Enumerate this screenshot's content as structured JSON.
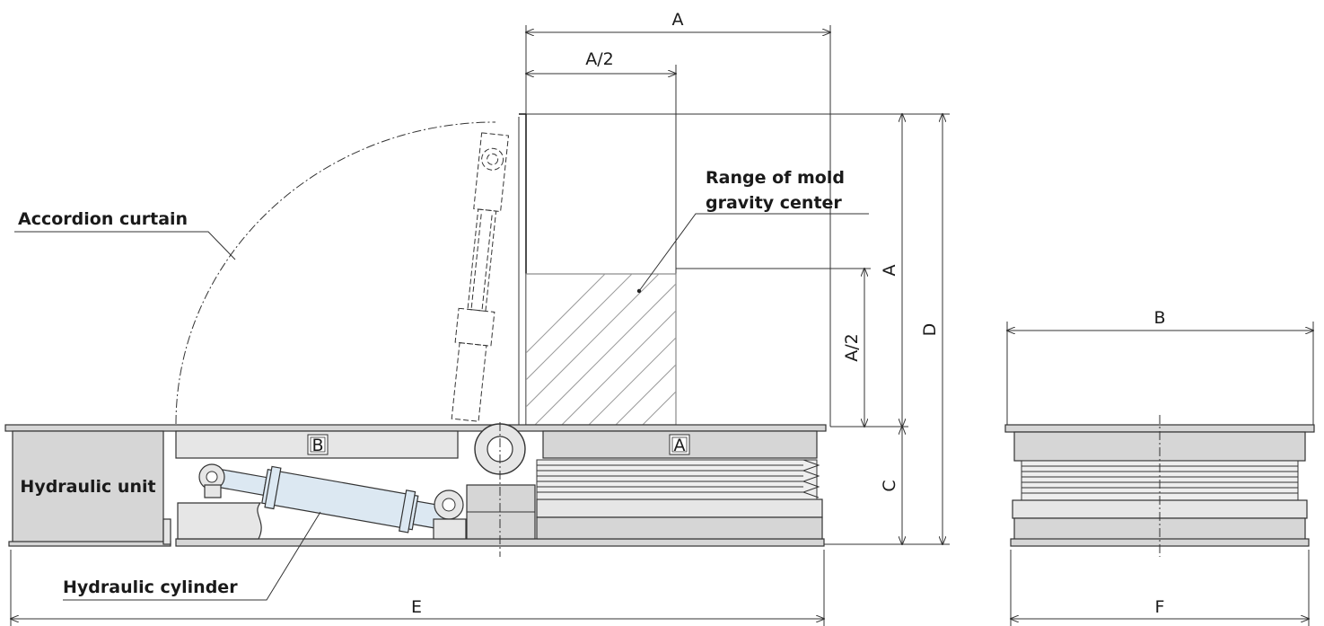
{
  "labels": {
    "accordion_curtain": "Accordion curtain",
    "range_line1": "Range of mold",
    "range_line2": "gravity center",
    "hydraulic_unit": "Hydraulic unit",
    "hydraulic_cylinder": "Hydraulic cylinder",
    "panel_b": "B",
    "panel_a": "A"
  },
  "dimensions": {
    "top_a": "A",
    "top_a_half": "A/2",
    "right_a": "A",
    "right_a_half": "A/2",
    "d": "D",
    "c": "C",
    "e": "E",
    "b": "B",
    "f": "F"
  },
  "colors": {
    "gray_fill": "#d6d6d6",
    "light_gray": "#e6e6e6",
    "cylinder_blue": "#dce8f2",
    "line": "#333333"
  }
}
